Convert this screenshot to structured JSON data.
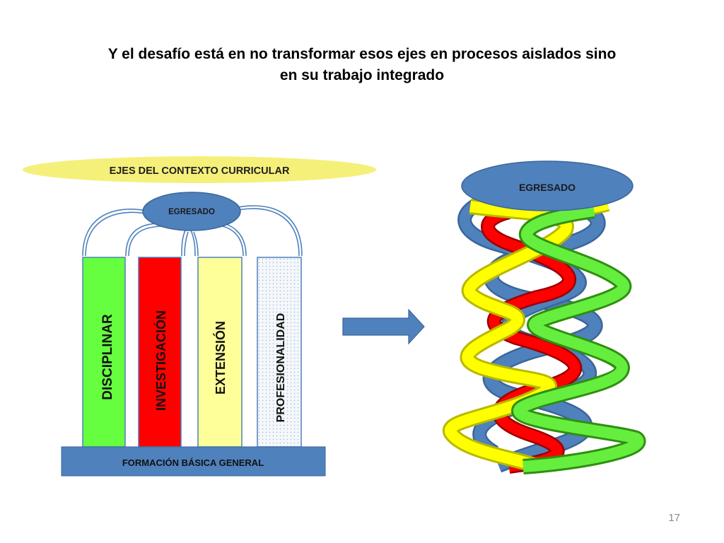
{
  "slide": {
    "title_line1": "Y el desafío está en no transformar esos ejes en procesos aislados sino",
    "title_line2": "en su trabajo integrado",
    "page_number": "17"
  },
  "left_diagram": {
    "header": "EJES DEL CONTEXTO CURRICULAR",
    "top_node": "EGRESADO",
    "columns": [
      {
        "label": "DISCIPLINAR",
        "color": "#66ff3f"
      },
      {
        "label": "INVESTIGACIÓN",
        "color": "#ff0000"
      },
      {
        "label": "EXTENSIÓN",
        "color": "#ffff99"
      },
      {
        "label": "PROFESIONALIDAD",
        "color": "#eef4fa"
      }
    ],
    "base": "FORMACIÓN BÁSICA GENERAL"
  },
  "right_diagram": {
    "top_node": "EGRESADO"
  },
  "colors": {
    "header_fill": "#f5f07a",
    "node_blue": "#4f81bd",
    "strand_green": "#66ee3f",
    "strand_red": "#ff0000",
    "strand_yellow": "#ffff00",
    "strand_blue": "#4f81bd"
  }
}
